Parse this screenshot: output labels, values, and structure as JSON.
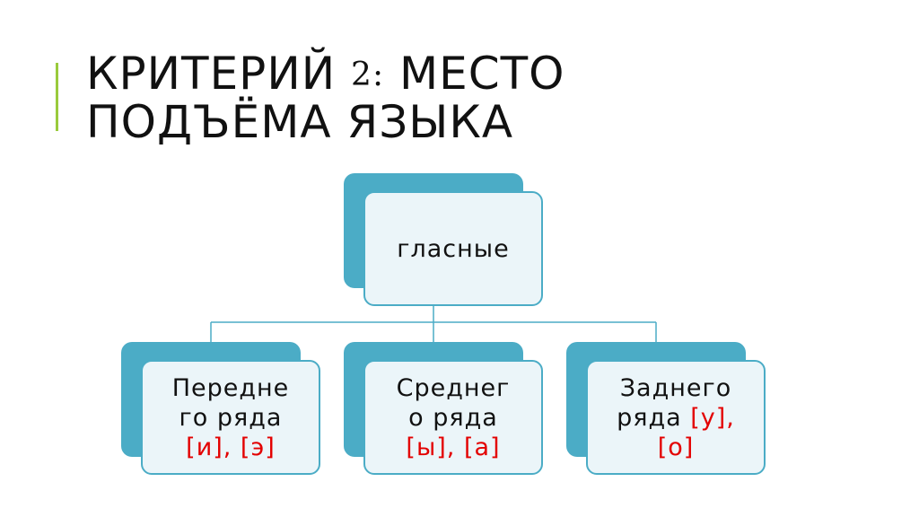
{
  "slide": {
    "title_line1_a": "КРИТЕРИЙ ",
    "title_number": "2:",
    "title_line1_b": " МЕСТО",
    "title_line2": "ПОДЪЁМА ЯЗЫКА",
    "accent_color": "#9ACA3C"
  },
  "diagram": {
    "fill_color": "#4BACC6",
    "card_color": "#EBF5F9",
    "root": {
      "label": "гласные"
    },
    "children": [
      {
        "line1": "Передне",
        "line2": "го ряда",
        "examples": "[и], [э]",
        "examples_tail": ""
      },
      {
        "line1": "Среднег",
        "line2": "о ряда",
        "examples": "[ы], [а]",
        "examples_tail": ""
      },
      {
        "line1": "Заднего",
        "line2_text": "ряда ",
        "line2_red": "[у],",
        "examples": "[о]"
      }
    ],
    "example_color": "#E30000"
  }
}
